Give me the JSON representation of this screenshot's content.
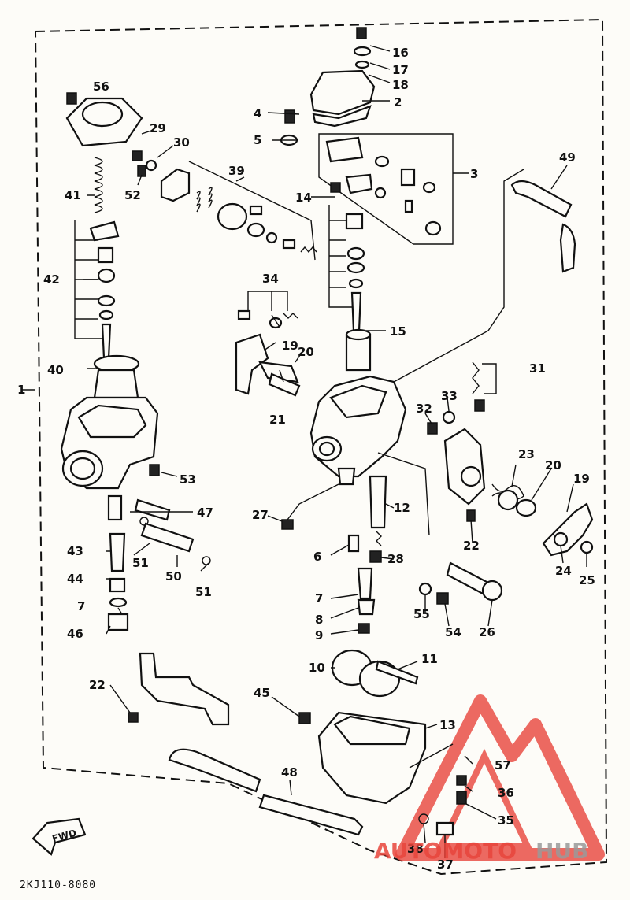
{
  "diagram": {
    "drawing_code": "2KJ110-8080",
    "fwd_label": "FWD",
    "watermark": {
      "text_red": "AUTOMOTO",
      "text_gray": "HUB",
      "color_red": "#e8453c",
      "color_gray": "#9a9a9a"
    },
    "callouts": {
      "c1": "1",
      "c2": "2",
      "c3": "3",
      "c4": "4",
      "c5": "5",
      "c6": "6",
      "c7a": "7",
      "c7b": "7",
      "c8": "8",
      "c9": "9",
      "c10": "10",
      "c11": "11",
      "c12": "12",
      "c13": "13",
      "c14": "14",
      "c15": "15",
      "c16": "16",
      "c17": "17",
      "c18": "18",
      "c19a": "19",
      "c19b": "19",
      "c20a": "20",
      "c20b": "20",
      "c21": "21",
      "c22a": "22",
      "c22b": "22",
      "c23": "23",
      "c24": "24",
      "c25": "25",
      "c26": "26",
      "c27": "27",
      "c28": "28",
      "c29": "29",
      "c30": "30",
      "c31": "31",
      "c32": "32",
      "c33": "33",
      "c34": "34",
      "c35": "35",
      "c36": "36",
      "c37": "37",
      "c38": "38",
      "c39": "39",
      "c40": "40",
      "c41": "41",
      "c42": "42",
      "c43": "43",
      "c44": "44",
      "c45": "45",
      "c46": "46",
      "c47": "47",
      "c48": "48",
      "c49": "49",
      "c50": "50",
      "c51a": "51",
      "c51b": "51",
      "c52": "52",
      "c53": "53",
      "c54": "54",
      "c55": "55",
      "c56": "56",
      "c57": "57"
    }
  }
}
